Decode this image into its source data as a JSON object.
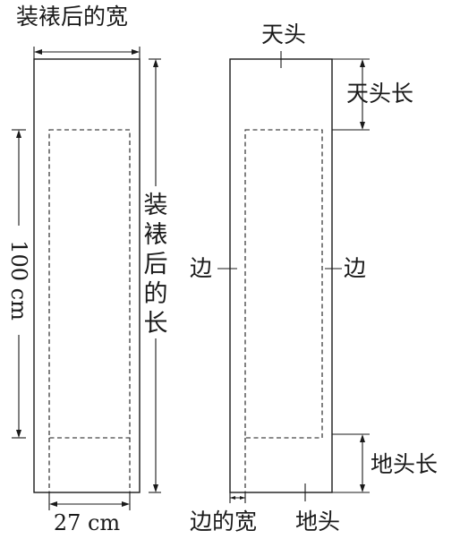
{
  "left_panel": {
    "width_label": "装裱后的宽",
    "height_label_chars": [
      "装",
      "裱",
      "后",
      "的",
      "长"
    ],
    "core_height_label": "100 cm",
    "core_width_label": "27 cm"
  },
  "right_panel": {
    "top_label": "天头",
    "top_length_label": "天头长",
    "left_border_label": "边",
    "right_border_label": "边",
    "bottom_length_label": "地头长",
    "border_width_label": "边的宽",
    "bottom_label": "地头"
  }
}
